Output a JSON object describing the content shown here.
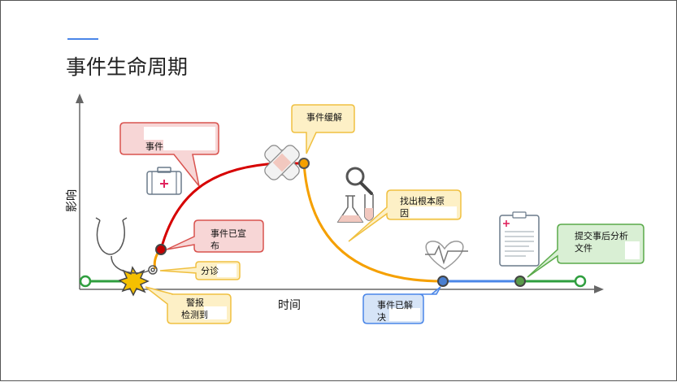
{
  "slide": {
    "title": "事件生命周期"
  },
  "axes": {
    "x_label": "时间",
    "y_label": "影响"
  },
  "callouts": {
    "incident": "事件",
    "mitigated": "事件缓解",
    "declared_line1": "事件已宣",
    "declared_line2": "布",
    "triage": "分诊",
    "alert_line1": "警报",
    "alert_line2": "检测到",
    "root_cause_line1": "找出根本原",
    "root_cause_line2": "因",
    "resolved_line1": "事件已解",
    "resolved_line2": "决",
    "postmortem_line1": "提交事后分析",
    "postmortem_line2": "文件"
  },
  "colors": {
    "green": "#2e9e3e",
    "red": "#d60000",
    "orange": "#f5a000",
    "blue": "#4a86e8",
    "yellow_fill": "#fdf0c6",
    "yellow_stroke": "#f0c040",
    "red_fill": "#f7d6d6",
    "red_stroke": "#d9534f",
    "blue_fill": "#d6e4f7",
    "blue_stroke": "#4a86e8",
    "green_fill": "#d9efd4",
    "green_stroke": "#5aaa4a"
  }
}
